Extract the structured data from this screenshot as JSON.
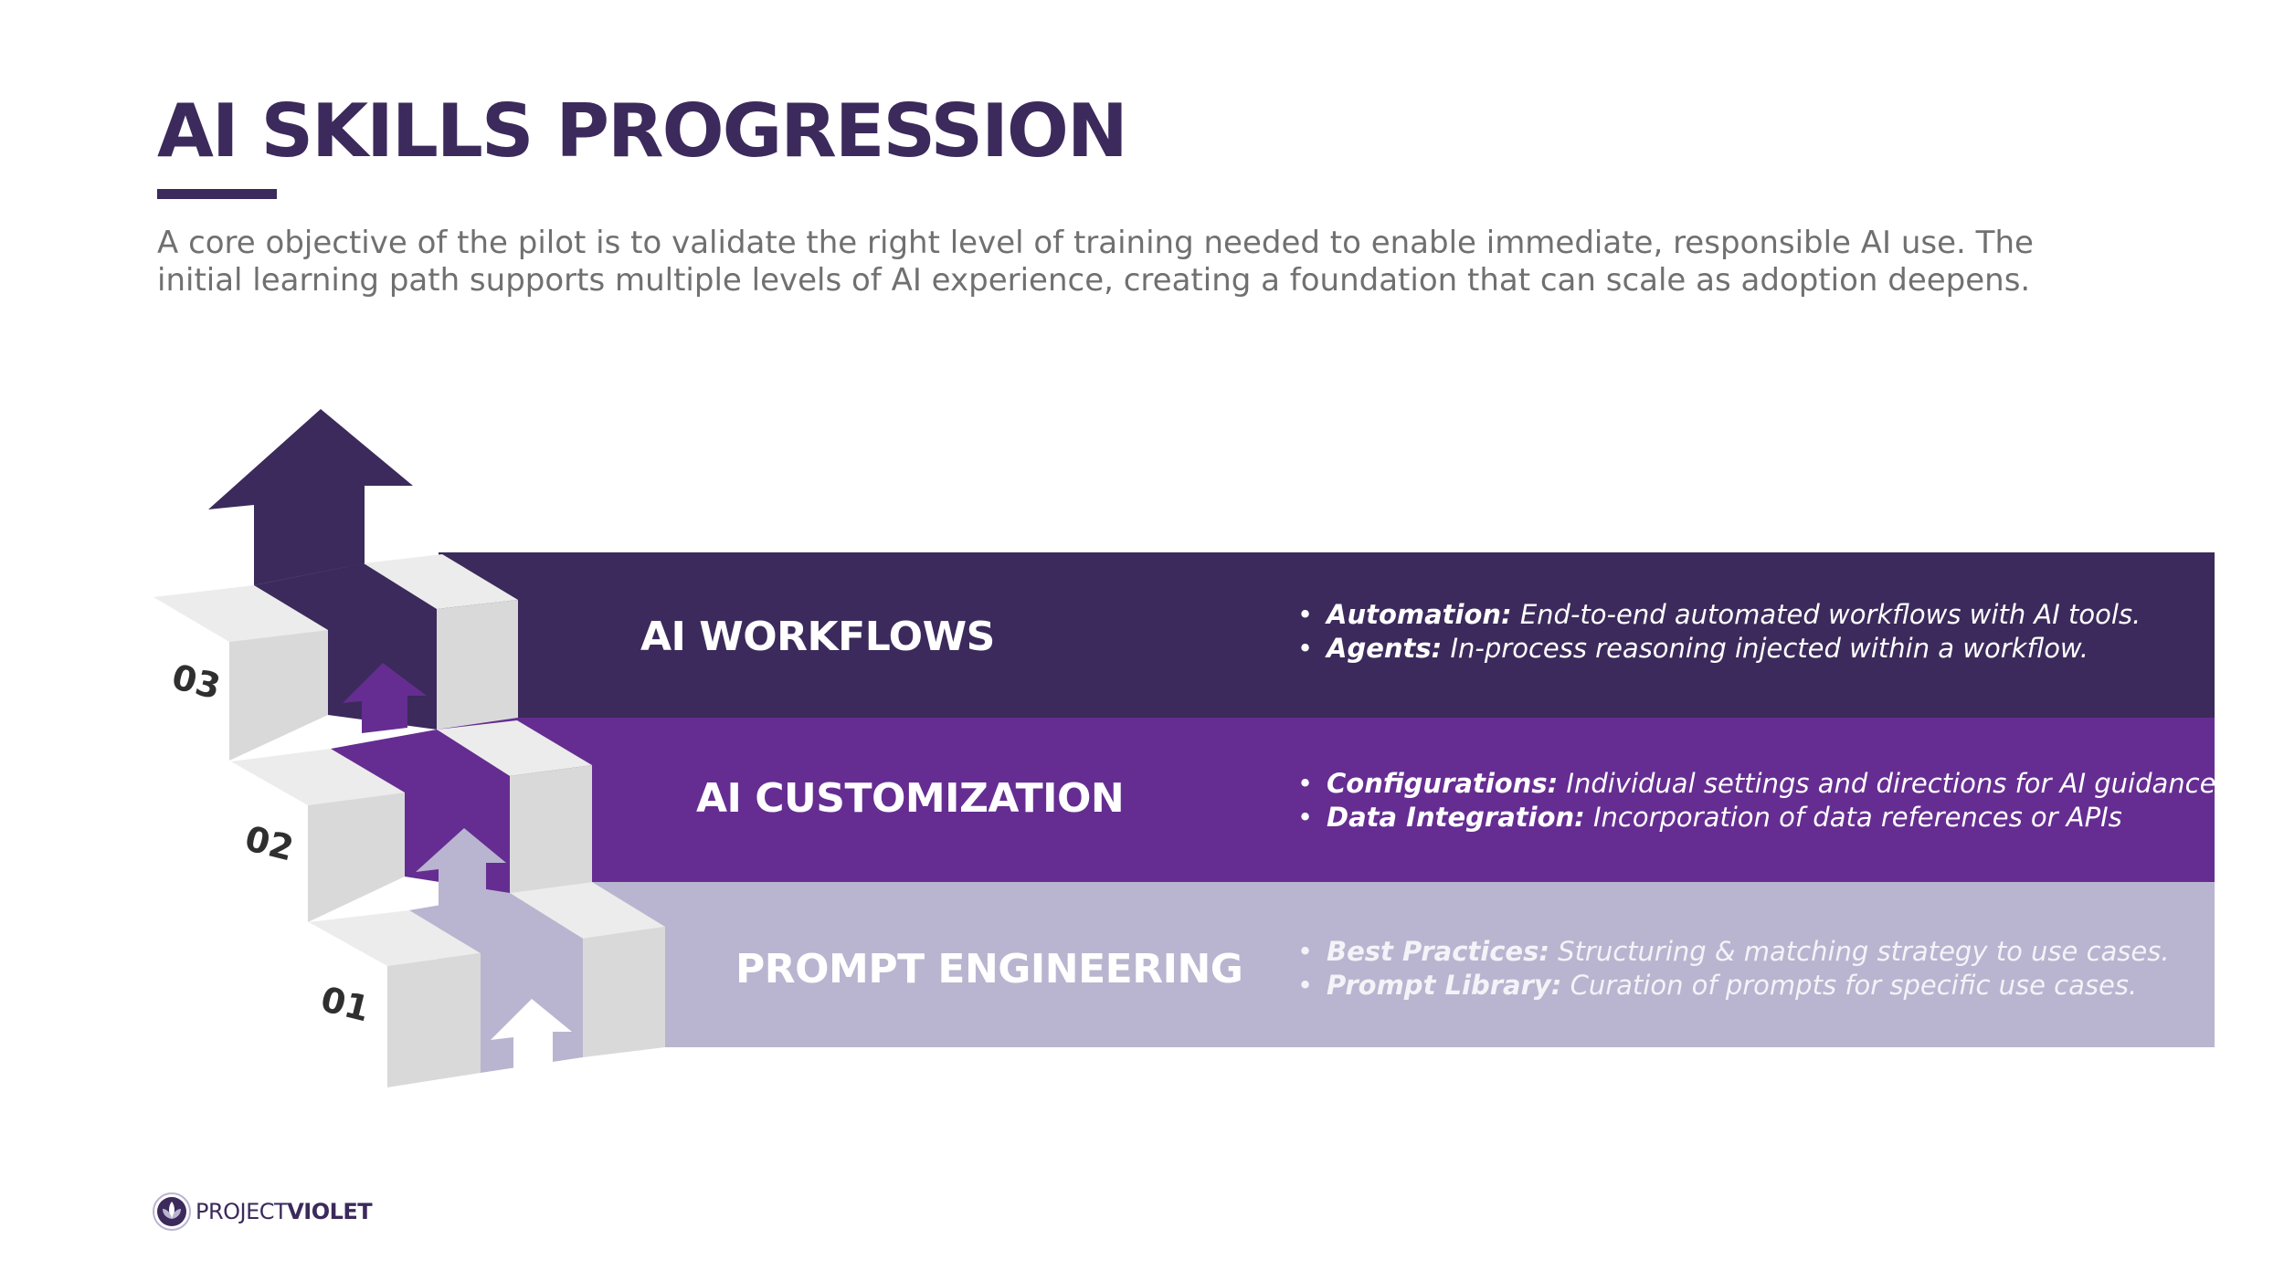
{
  "slide": {
    "title": "AI SKILLS PROGRESSION",
    "intro": "A core objective of the pilot is to validate the right level of training needed to enable immediate, responsible AI use. The initial learning path supports multiple levels of AI experience, creating a foundation that can scale as adoption deepens."
  },
  "colors": {
    "dark_violet": "#3b2a5b",
    "violet": "#652d91",
    "lavender": "#b9b5d0",
    "step_top": "#ececec",
    "step_front": "#d9d9d9",
    "step_side": "#c9c9c9"
  },
  "steps": [
    {
      "number": "01"
    },
    {
      "number": "02"
    },
    {
      "number": "03"
    }
  ],
  "levels": {
    "workflows": {
      "label": "AI WORKFLOWS",
      "bullets": [
        {
          "term": "Automation:",
          "text": " End-to-end automated workflows with AI tools."
        },
        {
          "term": "Agents:",
          "text": " In-process reasoning injected within a workflow."
        }
      ]
    },
    "customization": {
      "label": "AI CUSTOMIZATION",
      "bullets": [
        {
          "term": "Configurations:",
          "text": " Individual settings and directions for AI guidance."
        },
        {
          "term": "Data Integration:",
          "text": " Incorporation of data references or APIs"
        }
      ]
    },
    "prompt": {
      "label": "PROMPT ENGINEERING",
      "bullets": [
        {
          "term": "Best Practices:",
          "text": " Structuring & matching strategy to use cases."
        },
        {
          "term": "Prompt Library:",
          "text": " Curation of prompts for specific use cases."
        }
      ]
    }
  },
  "logo": {
    "light": "PROJECT",
    "heavy": "VIOLET",
    "icon": "lotus-icon"
  }
}
